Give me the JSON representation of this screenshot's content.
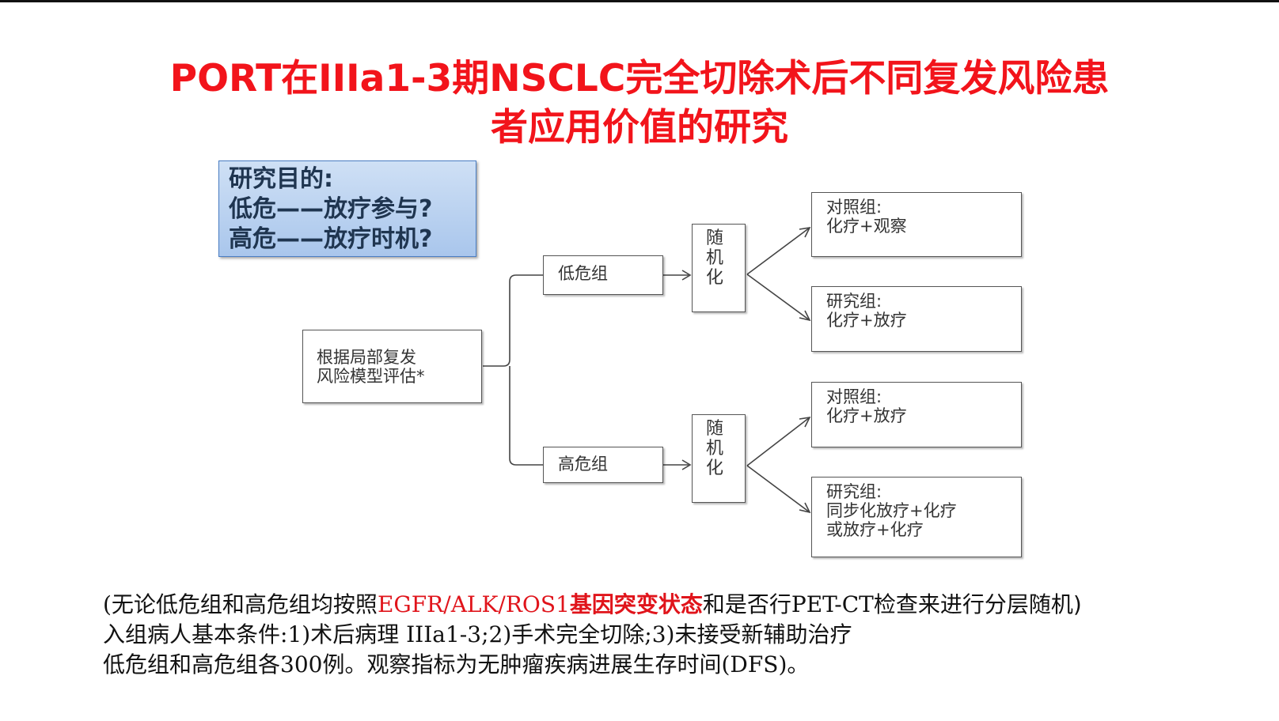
{
  "title": {
    "line1": "PORT在IIIa1-3期NSCLC完全切除术后不同复发风险患",
    "line2": "者应用价值的研究"
  },
  "objective": {
    "heading": "研究目的:",
    "low_risk": "低危——放疗参与?",
    "high_risk": "高危——放疗时机?"
  },
  "diagram": {
    "assessment": [
      "根据局部复发",
      "风险模型评估*"
    ],
    "low_group": "低危组",
    "high_group": "高危组",
    "randomize": [
      "随",
      "机",
      "化"
    ],
    "arms": {
      "low_control": [
        "对照组:",
        "化疗+观察"
      ],
      "low_study": [
        "研究组:",
        "化疗+放疗"
      ],
      "high_control": [
        "对照组:",
        "化疗+放疗"
      ],
      "high_study": [
        "研究组:",
        "同步化放疗+化疗",
        "或放疗+化疗"
      ]
    }
  },
  "notes": {
    "line1": {
      "prefix": "(无论低危组和高危组均按照",
      "genes": "EGFR/ALK/ROS1",
      "status": "基因突变状态",
      "middle": "和是否行PET-CT检查",
      "suffix": "来进行分层随机)"
    },
    "line2": {
      "a": "入组病人基本条件",
      "b": ":1)",
      "c": "术后病理",
      "d": " IIIa1-3;2)",
      "e": "手术完全切除",
      "f": ";3)",
      "g": "未接受新辅助治疗"
    },
    "line3": {
      "a": "低危组和高危组各",
      "b": "300",
      "c": "例。观察指标为无肿瘤疾病进展生存时间",
      "d": "(DFS)",
      "e": "。"
    }
  },
  "colors": {
    "title": "#f2141b",
    "objective_bg": "#b9d1f0",
    "objective_border": "#4a7ec4",
    "box_border": "#555555"
  }
}
